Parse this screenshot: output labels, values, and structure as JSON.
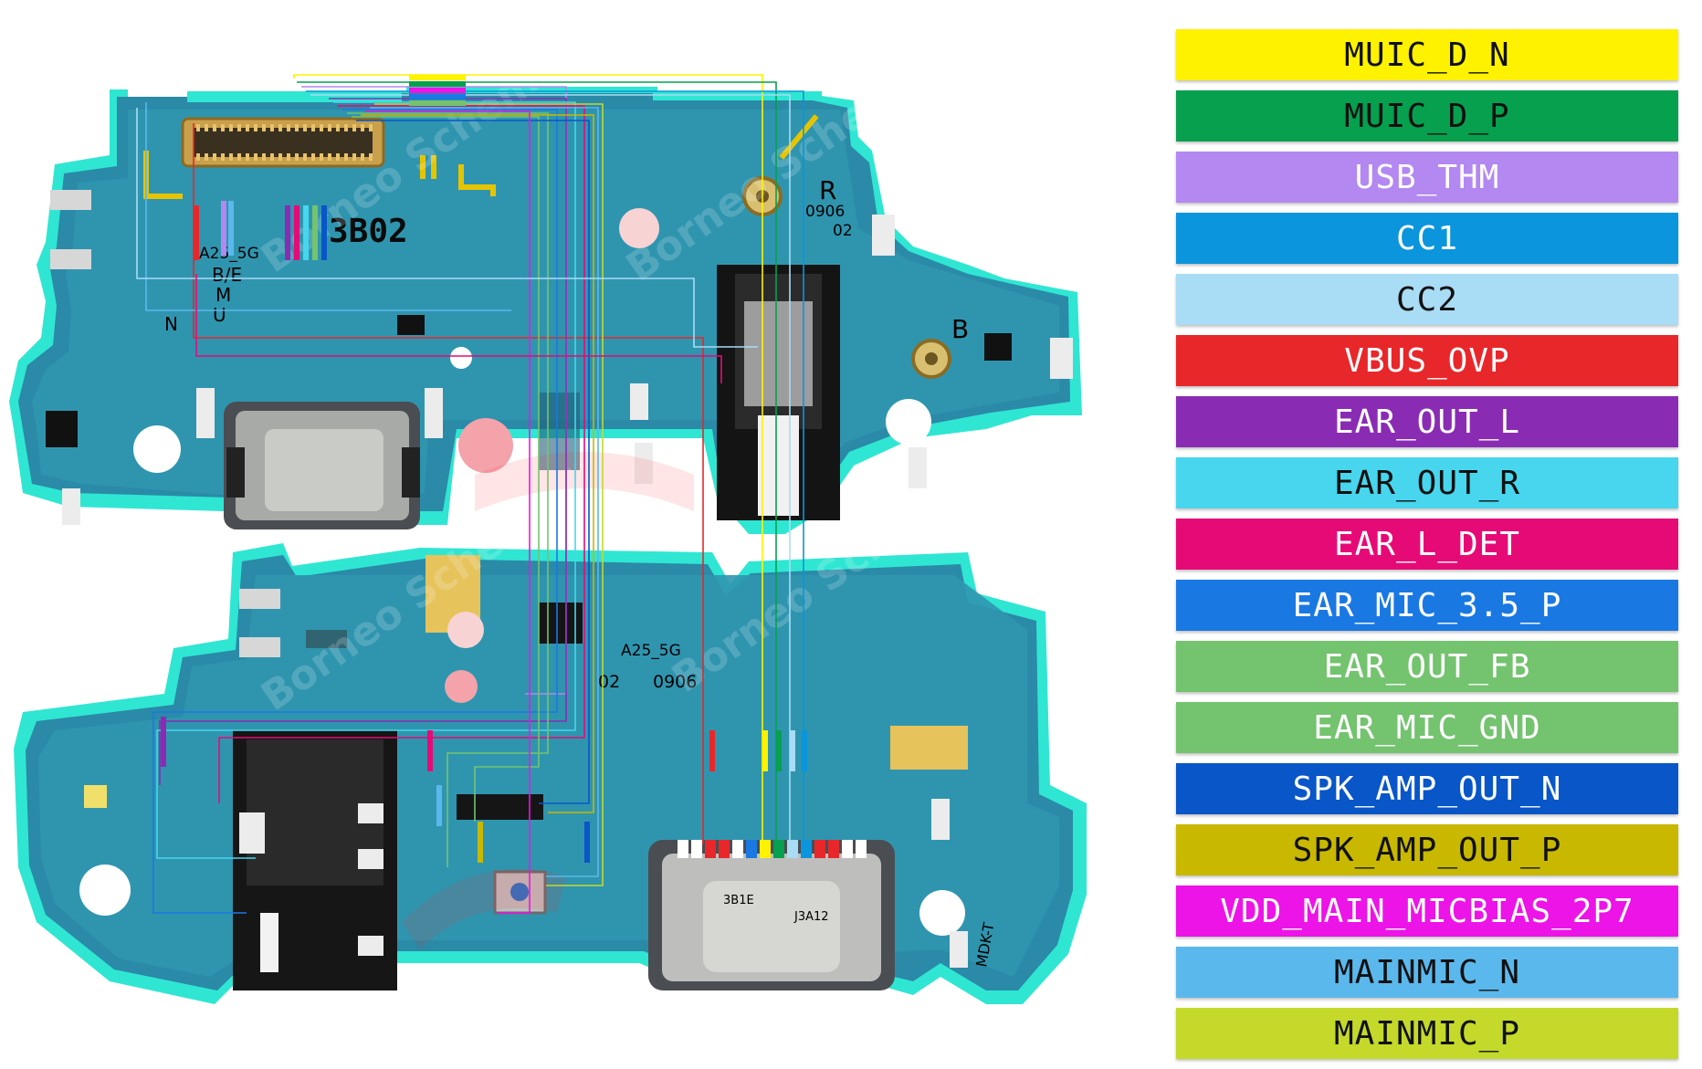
{
  "legend": [
    {
      "label": "MUIC_D_N",
      "bg": "#fff200",
      "fg": "#111111"
    },
    {
      "label": "MUIC_D_P",
      "bg": "#06a04e",
      "fg": "#111111"
    },
    {
      "label": "USB_THM",
      "bg": "#b388f0",
      "fg": "#ffffff"
    },
    {
      "label": "CC1",
      "bg": "#0a95dc",
      "fg": "#ffffff"
    },
    {
      "label": "CC2",
      "bg": "#a9dcf5",
      "fg": "#111111"
    },
    {
      "label": "VBUS_OVP",
      "bg": "#e8272b",
      "fg": "#ffffff"
    },
    {
      "label": "EAR_OUT_L",
      "bg": "#8a2cb3",
      "fg": "#ffffff"
    },
    {
      "label": "EAR_OUT_R",
      "bg": "#47d6ee",
      "fg": "#111111"
    },
    {
      "label": "EAR_L_DET",
      "bg": "#e60a77",
      "fg": "#ffffff"
    },
    {
      "label": "EAR_MIC_3.5_P",
      "bg": "#1a78e3",
      "fg": "#ffffff"
    },
    {
      "label": "EAR_OUT_FB",
      "bg": "#74c36f",
      "fg": "#ffffff"
    },
    {
      "label": "EAR_MIC_GND",
      "bg": "#74c36f",
      "fg": "#ffffff"
    },
    {
      "label": "SPK_AMP_OUT_N",
      "bg": "#0856c7",
      "fg": "#ffffff"
    },
    {
      "label": "SPK_AMP_OUT_P",
      "bg": "#c8b800",
      "fg": "#111111"
    },
    {
      "label": "VDD_MAIN_MICBIAS_2P7",
      "bg": "#ec14e6",
      "fg": "#ffffff"
    },
    {
      "label": "MAINMIC_N",
      "bg": "#5bb8ec",
      "fg": "#111111"
    },
    {
      "label": "MAINMIC_P",
      "bg": "#c4d92a",
      "fg": "#111111"
    }
  ],
  "board": {
    "top_marking": "3B02",
    "top_model": "A25_5G",
    "top_side_letters": "B/E",
    "top_letter_m": "M",
    "top_letter_u": "U",
    "top_letter_n": "N",
    "top_letter_r": "R",
    "top_code_a": "0906",
    "top_code_b": "02",
    "top_letter_b": "B",
    "bottom_model": "A25_5G",
    "bottom_code_a": "02",
    "bottom_code_b": "0906",
    "watermark": "Borneo Schematics",
    "usb_marking_a": "3B1E",
    "usb_marking_b": "J3A12",
    "side_text": "MDK-T"
  }
}
